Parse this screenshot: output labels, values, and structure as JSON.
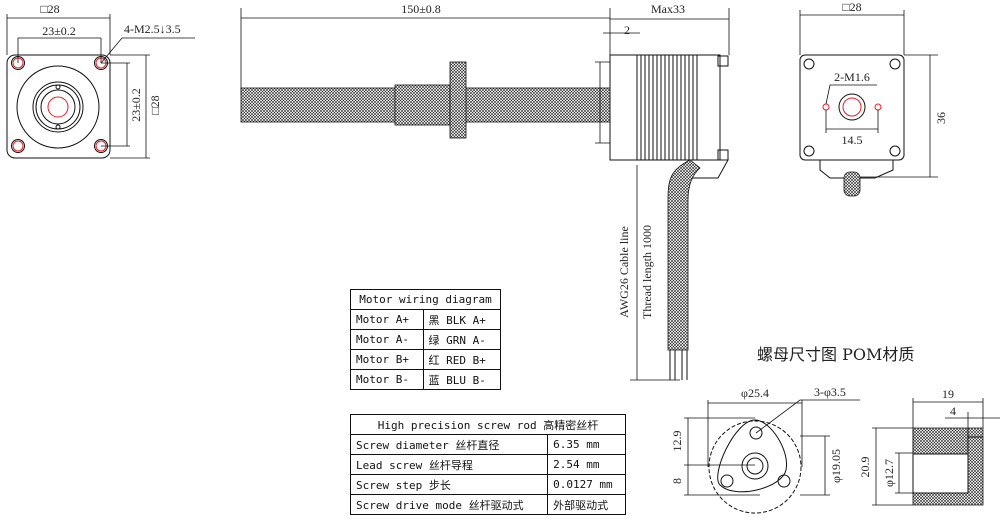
{
  "front_view": {
    "square_size": "□28",
    "hole_spacing_h": "23±0.2",
    "holes": "4-M2.5↓3.5",
    "hole_spacing_v": "23±0.2",
    "square_size_v": "□28"
  },
  "side_view": {
    "screw_length": "150±0.8",
    "motor_length": "Max33",
    "offset": "2",
    "cable_line": "AWG26 Cable line",
    "thread_length": "Thread length 1000"
  },
  "rear_view": {
    "square_size": "□28",
    "holes": "2-M1.6",
    "hole_spacing": "14.5",
    "height": "36"
  },
  "wiring_table": {
    "title": "Motor wiring diagram",
    "rows": [
      {
        "pin": "Motor A+",
        "wire": "黑 BLK A+"
      },
      {
        "pin": "Motor A-",
        "wire": "绿 GRN A-"
      },
      {
        "pin": "Motor B+",
        "wire": "红 RED B+"
      },
      {
        "pin": "Motor B-",
        "wire": "蓝 BLU B-"
      }
    ]
  },
  "screw_table": {
    "title": "High precision screw rod  高精密丝杆",
    "rows": [
      {
        "label": "Screw diameter 丝杆直径",
        "value": "6.35 mm"
      },
      {
        "label": "Lead screw 丝杆导程",
        "value": "2.54 mm"
      },
      {
        "label": "Screw step 步长",
        "value": "0.0127 mm"
      },
      {
        "label": "Screw drive mode 丝杆驱动式",
        "value": "外部驱动式"
      }
    ]
  },
  "nut": {
    "title": "螺母尺寸图 POM材质",
    "diameter": "φ25.4",
    "holes": "3-φ3.5",
    "dim_top": "12.9",
    "dim_bottom": "8",
    "bolt_circle": "φ19.05",
    "length": "19",
    "flange": "4",
    "height": "20.9",
    "bore": "φ12.7"
  },
  "colors": {
    "line": "#111111",
    "highlight": "#e0202a"
  }
}
